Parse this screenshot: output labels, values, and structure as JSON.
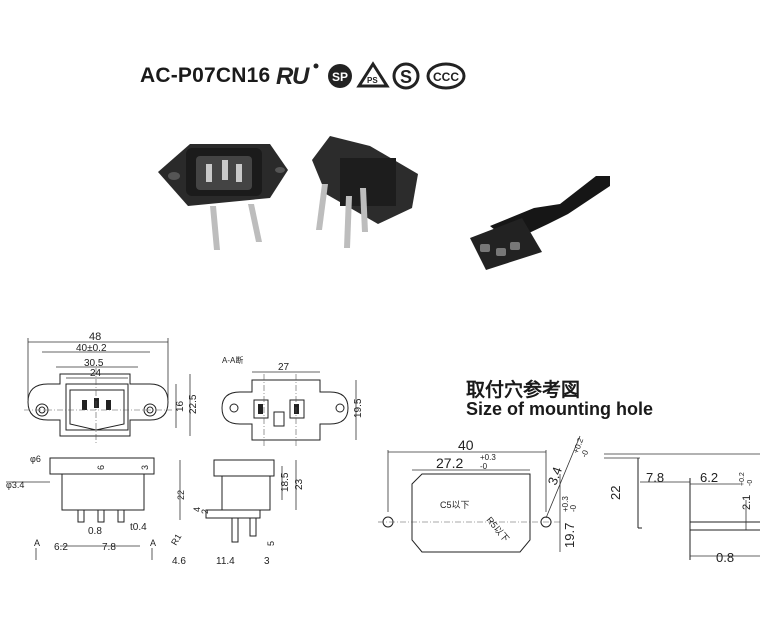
{
  "product": {
    "model": "AC-P07CN16",
    "cert_icons": [
      "ul-recognized-icon",
      "csa-icon",
      "pse-icon",
      "s-mark-icon",
      "ccc-icon"
    ]
  },
  "mounting_hole": {
    "title_cn": "取付穴参考図",
    "title_en": "Size of mounting hole",
    "width": "40",
    "inner_width": "27.2",
    "inner_width_tol_upper": "+0.3",
    "inner_width_tol_lower": "-0",
    "hole_dia": "3.4",
    "hole_tol_upper": "+0.2",
    "hole_tol_lower": "-0",
    "height": "19.7",
    "height_tol_upper": "+0.3",
    "height_tol_lower": "-0",
    "chamfer": "C5以下",
    "radius": "R5以下",
    "side_height": "22",
    "side_w1": "7.8",
    "side_w2": "6.2",
    "side_thick": "2.1",
    "side_thick_tol_upper": "+0.2",
    "side_thick_tol_lower": "-0",
    "side_pin": "0.8"
  },
  "front_view": {
    "overall_width": "48",
    "hole_pitch": "40±0.2",
    "body_width": "30.5",
    "inner_width": "24",
    "height_inner": "16",
    "height_outer": "22.5"
  },
  "section_view": {
    "label": "A-A断",
    "width": "27",
    "height": "19.5"
  },
  "bottom_view": {
    "hole_dia": "φ3.4",
    "flange_dia": "φ6",
    "flange_thick": "6",
    "thick_right": "3",
    "pin_width": "0.8",
    "pin_thick": "t0.4",
    "offset_left": "6.2",
    "offset_right": "7.8",
    "section_mark": "A"
  },
  "side_view": {
    "height": "22",
    "h1": "4",
    "h2": "2",
    "radius": "R1",
    "w1": "4.6",
    "w2": "11.4",
    "pin_h": "5",
    "pin_w": "3",
    "body_h1": "18.5",
    "body_h2": "23"
  }
}
